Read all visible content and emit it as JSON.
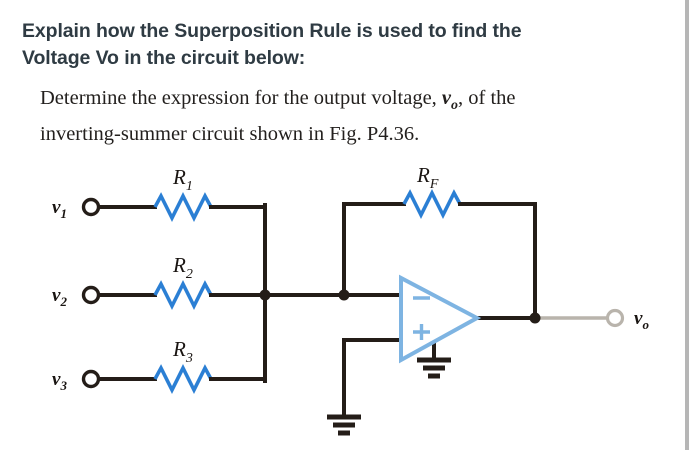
{
  "question": {
    "heading_line1": "Explain how the Superposition Rule is used to find the",
    "heading_line2": "Voltage Vo in the circuit below:",
    "body_line1_pre": "Determine the expression for the output voltage, ",
    "body_line1_var": "v",
    "body_line1_var_sub": "o",
    "body_line1_post": ", of the",
    "body_line2": "inverting-summer circuit shown in Fig. P4.36."
  },
  "circuit": {
    "title": "Inverting summer op-amp circuit",
    "inputs": [
      {
        "label": "v",
        "sub": "1",
        "resistor": "R",
        "resistor_sub": "1"
      },
      {
        "label": "v",
        "sub": "2",
        "resistor": "R",
        "resistor_sub": "2"
      },
      {
        "label": "v",
        "sub": "3",
        "resistor": "R",
        "resistor_sub": "3"
      }
    ],
    "feedback": {
      "resistor": "R",
      "resistor_sub": "F"
    },
    "output": {
      "label": "v",
      "sub": "o"
    },
    "opamp": {
      "inverting_sign": "minus",
      "noninverting_sign": "plus"
    },
    "grounds": 2
  },
  "colors": {
    "resistor_blue": "#2b7fd4",
    "opamp_blue": "#7eb4e2",
    "wire_dark": "#241d18",
    "output_wire_gray": "#b9b4ac",
    "heading_text": "#2f3b43",
    "body_text": "#23201e",
    "background": "#ffffff",
    "scrollbar": "#b6b6b6"
  }
}
